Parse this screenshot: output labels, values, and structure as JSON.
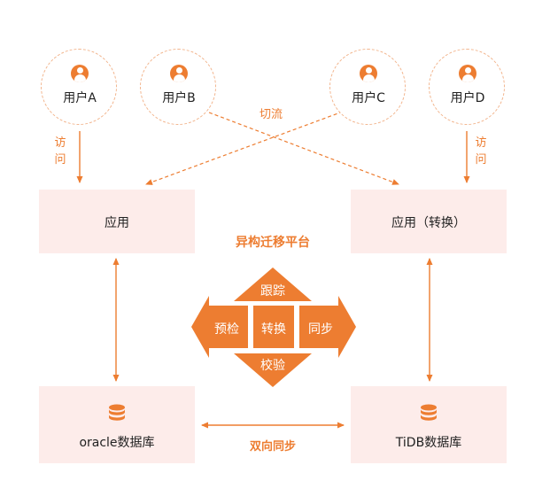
{
  "users": [
    {
      "label": "用户A"
    },
    {
      "label": "用户B"
    },
    {
      "label": "用户C"
    },
    {
      "label": "用户D"
    }
  ],
  "access_left": [
    "访",
    "问"
  ],
  "access_right": [
    "访",
    "问"
  ],
  "switch_label": "切流",
  "app_left": "应用",
  "app_right": "应用（转换）",
  "platform": {
    "title": "异构迁移平台",
    "top": "跟踪",
    "left": "预检",
    "center": "转换",
    "right": "同步",
    "bottom": "校验"
  },
  "db_left": "oracle数据库",
  "db_right": "TiDB数据库",
  "bidirectional_sync": "双向同步",
  "colors": {
    "accent": "#ed7d31",
    "box_fill": "#fdecea",
    "dashed_border": "#f2b48c"
  }
}
